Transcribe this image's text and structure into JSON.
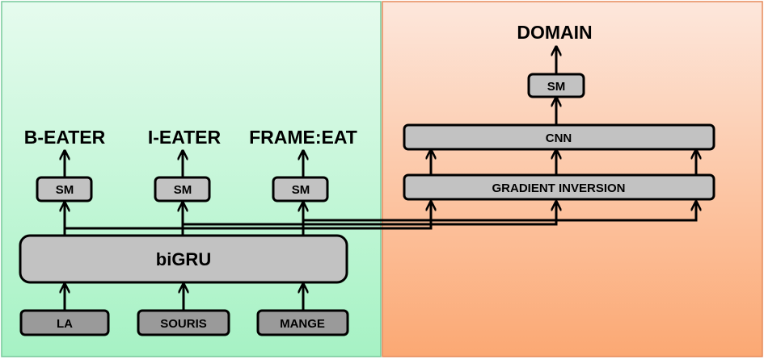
{
  "left_panel": {
    "outputs": [
      "B-EATER",
      "I-EATER",
      "FRAME:EAT"
    ],
    "softmax_labels": [
      "SM",
      "SM",
      "SM"
    ],
    "encoder_label": "biGRU",
    "inputs": [
      "LA",
      "SOURIS",
      "MANGE"
    ],
    "background_color": "#a9f3c6"
  },
  "right_panel": {
    "output": "DOMAIN",
    "softmax_label": "SM",
    "cnn_label": "CNN",
    "gradient_label": "GRADIENT INVERSION",
    "background_color": "#fbb48a"
  },
  "colors": {
    "box_fill": "#c2c2c2",
    "input_fill": "#9a9a9a",
    "stroke": "#000000"
  }
}
